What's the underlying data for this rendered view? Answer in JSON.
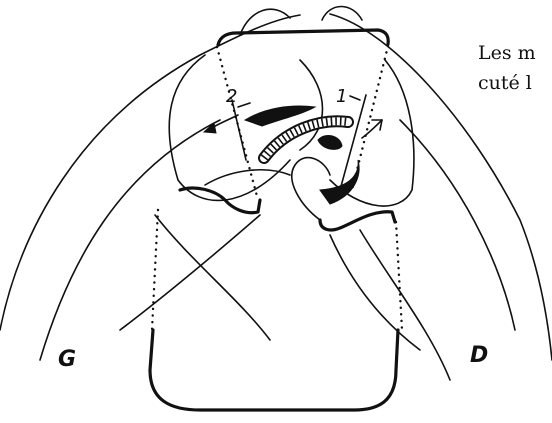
{
  "caption": {
    "line1": "Les m",
    "line2": "cuté l"
  },
  "labels": {
    "left_side": "G",
    "right_side": "D",
    "marker_2": "2",
    "marker_1": "1"
  },
  "colors": {
    "ink": "#111111",
    "paper": "#ffffff"
  }
}
